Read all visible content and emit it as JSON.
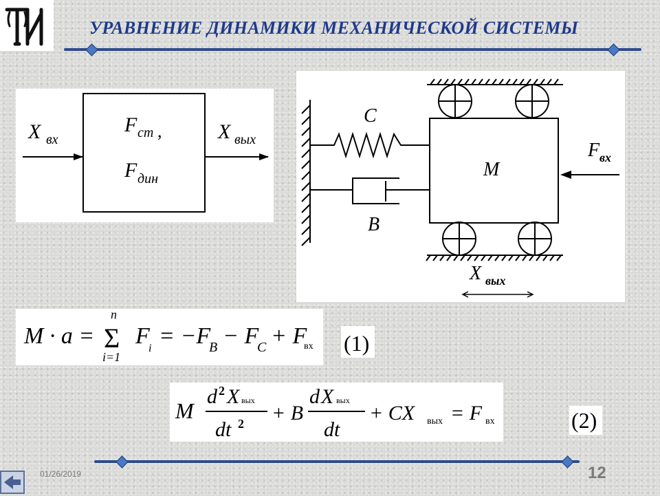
{
  "slide": {
    "title": "УРАВНЕНИЕ ДИНАМИКИ МЕХАНИЧЕСКОЙ СИСТЕМЫ",
    "date": "01/26/2019",
    "page_number": "12",
    "logo_text": "ТИ"
  },
  "block_diagram": {
    "input_label": "X",
    "input_sub": "вх",
    "output_label": "X",
    "output_sub": "вых",
    "force_static": "F",
    "force_static_sub": "ст",
    "force_static_suffix": ",",
    "force_dynamic": "F",
    "force_dynamic_sub": "дин"
  },
  "mechanism": {
    "spring_label": "C",
    "damper_label": "B",
    "mass_label": "M",
    "force_label": "F",
    "force_sub": "вх",
    "displacement_label": "X",
    "displacement_sub": "вых"
  },
  "equation1": {
    "lhs": "M · a =",
    "sum_symbol": "Σ",
    "sum_upper": "n",
    "sum_lower": "i=1",
    "term_fi": "F",
    "term_fi_sub": "i",
    "rhs_part1": "= −F",
    "rhs_sub1": "B",
    "rhs_part2": "− F",
    "rhs_sub2": "C",
    "rhs_part3": "+ F",
    "rhs_sub3": "вх",
    "number": "(1)"
  },
  "equation2": {
    "m": "M",
    "d2": "d",
    "sq": "2",
    "x": "X",
    "x_sub": "вых",
    "dt": "dt",
    "plus_b": "+ B",
    "d": "d",
    "plus_c": "+ CX",
    "eq_f": "= F",
    "f_sub": "вх",
    "number": "(2)"
  },
  "colors": {
    "title": "#1f3a8a",
    "divider": "#2e4a8c",
    "diamond": "#4a78c4",
    "footer_text": "#7a7a7a"
  },
  "icons": {
    "logo": "ti-monogram-icon",
    "back": "back-arrow-icon"
  }
}
